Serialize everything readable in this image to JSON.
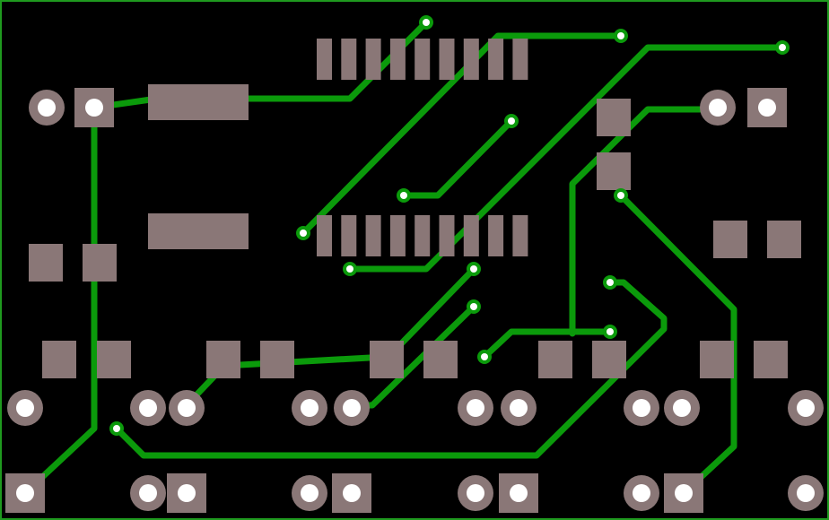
{
  "colors": {
    "board": "#000000",
    "outline": "#1f9a1f",
    "trace": "#0b9a0b",
    "pad": "#8a7777",
    "drill": "#ffffff",
    "via_ring": "#0b9a0b"
  },
  "layers": {
    "traces": "copper-traces",
    "pads": "component-pads",
    "vias": "vias"
  }
}
